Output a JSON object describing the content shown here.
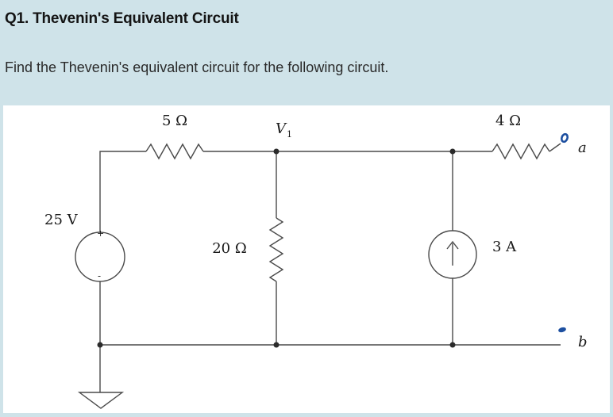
{
  "question": {
    "title": "Q1. Thevenin's Equivalent Circuit",
    "prompt": "Find the Thevenin's equivalent circuit for the following circuit."
  },
  "circuit": {
    "r1_label": "5 Ω",
    "node_v1_label": "V",
    "node_v1_sub": "1",
    "r3_label": "4 Ω",
    "terminal_a_label": "a",
    "terminal_b_label": "b",
    "voltage_source_label": "25 V",
    "voltage_source_plus": "+",
    "voltage_source_minus": "-",
    "r2_label": "20 Ω",
    "current_source_label": "3 A",
    "terminal_marker_color": "#1d4fa0",
    "wire_color": "#4a4a4a"
  }
}
